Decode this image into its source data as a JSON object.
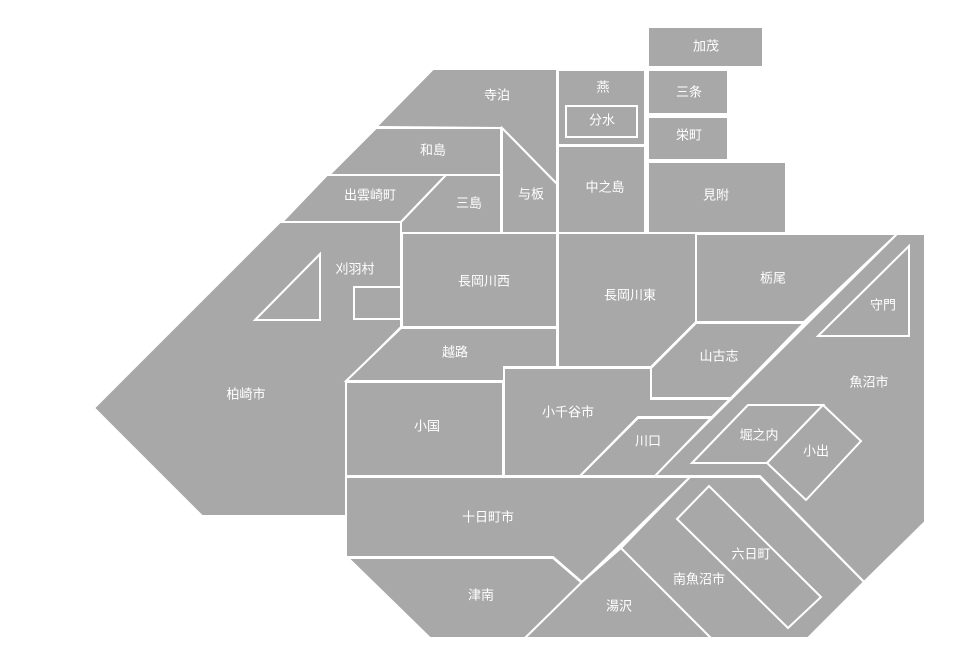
{
  "map": {
    "colors": {
      "region_fill": "#a8a8a8",
      "border": "#ffffff",
      "label": "#ffffff"
    },
    "regions": {
      "kamo": "加茂",
      "sanjo": "三条",
      "sakaemachi": "栄町",
      "tsubame": "燕",
      "bunsui": "分水",
      "nakanoshima": "中之島",
      "mitsuke": "見附",
      "teradomari": "寺泊",
      "wajima": "和島",
      "yoita": "与板",
      "izumozaki": "出雲崎町",
      "mishima": "三島",
      "kariwa": "刈羽村",
      "kashiwazaki": "柏崎市",
      "nagaoka_kawanishi": "長岡川西",
      "nagaoka_kawahigashi": "長岡川東",
      "tochio": "栃尾",
      "shumon": "守門",
      "koshiji": "越路",
      "yamakoshi": "山古志",
      "uonuma": "魚沼市",
      "oguni": "小国",
      "ojiya": "小千谷市",
      "kawaguchi": "川口",
      "horinouchi": "堀之内",
      "koide": "小出",
      "tokamachi": "十日町市",
      "muikamachi": "六日町",
      "minamiuonuma": "南魚沼市",
      "tsunan": "津南",
      "yuzawa": "湯沢"
    }
  }
}
